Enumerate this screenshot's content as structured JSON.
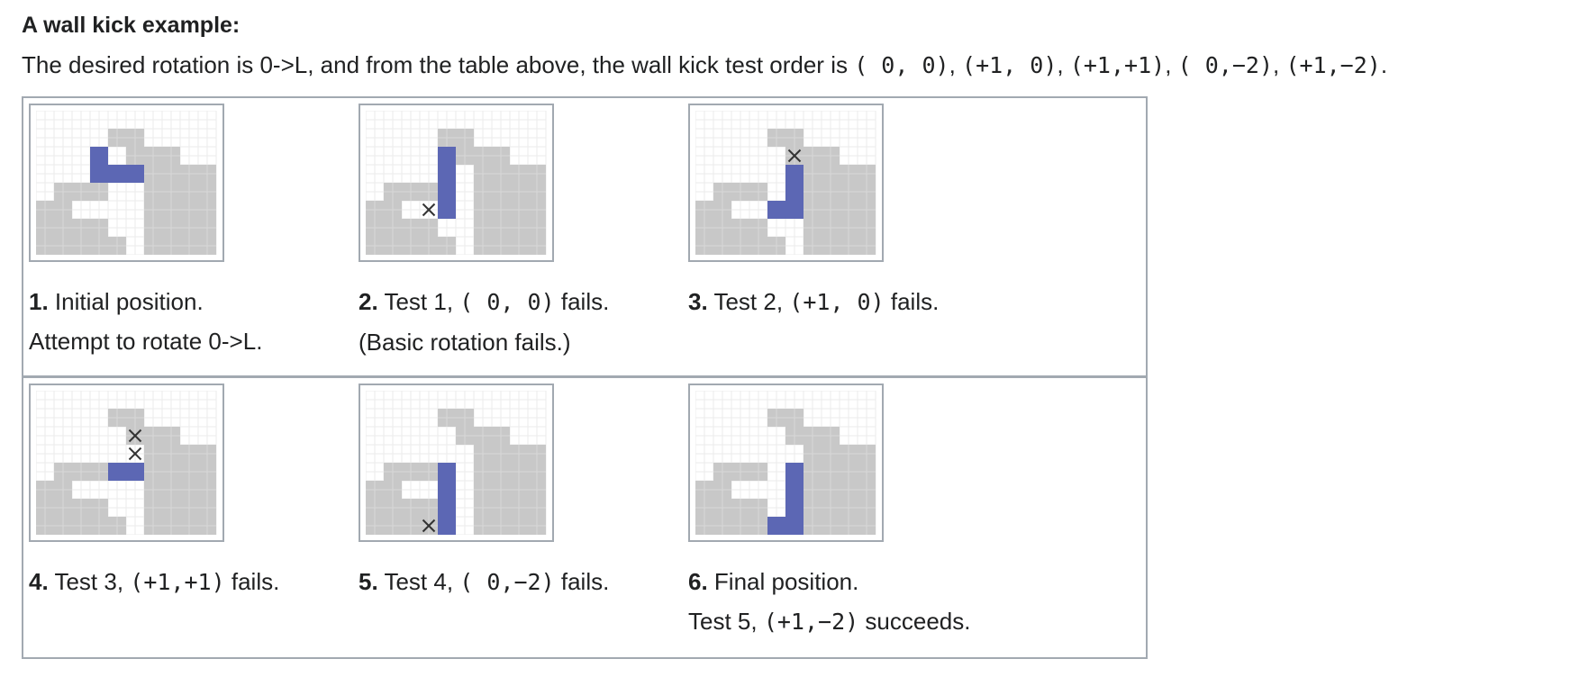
{
  "heading": "A wall kick example:",
  "intro": {
    "text_before": "The desired rotation is 0->L, and from the table above, the wall kick test order is ",
    "tests": [
      "( 0, 0)",
      "(+1, 0)",
      "(+1,+1)",
      "( 0,−2)",
      "(+1,−2)"
    ],
    "separator": ", ",
    "text_after": "."
  },
  "colors": {
    "block": "#c8c8c8",
    "grid": "#ebebeb",
    "piece": "#5c67b4",
    "cross": "#333333"
  },
  "board": {
    "cols": 10,
    "rows": 7,
    "filled": [
      [
        4,
        0
      ],
      [
        5,
        0
      ],
      [
        5,
        1
      ],
      [
        6,
        1
      ],
      [
        7,
        1
      ],
      [
        6,
        2
      ],
      [
        7,
        2
      ],
      [
        8,
        2
      ],
      [
        9,
        2
      ],
      [
        1,
        3
      ],
      [
        2,
        3
      ],
      [
        3,
        3
      ],
      [
        6,
        3
      ],
      [
        7,
        3
      ],
      [
        8,
        3
      ],
      [
        9,
        3
      ],
      [
        0,
        4
      ],
      [
        1,
        4
      ],
      [
        6,
        4
      ],
      [
        7,
        4
      ],
      [
        8,
        4
      ],
      [
        9,
        4
      ],
      [
        0,
        5
      ],
      [
        1,
        5
      ],
      [
        2,
        5
      ],
      [
        3,
        5
      ],
      [
        6,
        5
      ],
      [
        7,
        5
      ],
      [
        8,
        5
      ],
      [
        9,
        5
      ],
      [
        0,
        6
      ],
      [
        1,
        6
      ],
      [
        2,
        6
      ],
      [
        3,
        6
      ],
      [
        4,
        6
      ],
      [
        6,
        6
      ],
      [
        7,
        6
      ],
      [
        8,
        6
      ],
      [
        9,
        6
      ]
    ]
  },
  "panels": [
    {
      "num": "1.",
      "line1": "Initial position.",
      "line2": "Attempt to rotate 0->L.",
      "piece": [
        [
          3,
          1
        ],
        [
          3,
          2
        ],
        [
          4,
          2
        ],
        [
          5,
          2
        ]
      ],
      "crosses": []
    },
    {
      "num": "2.",
      "pre": "Test 1, ",
      "code": "( 0, 0)",
      "post": " fails.",
      "line2": "(Basic rotation fails.)",
      "piece": [
        [
          4,
          1
        ],
        [
          4,
          2
        ],
        [
          4,
          3
        ],
        [
          4,
          4
        ]
      ],
      "crosses": [
        [
          3,
          4
        ]
      ]
    },
    {
      "num": "3.",
      "pre": "Test 2, ",
      "code": "(+1, 0)",
      "post": " fails.",
      "line2": "",
      "piece": [
        [
          5,
          2
        ],
        [
          5,
          3
        ],
        [
          5,
          4
        ],
        [
          4,
          4
        ]
      ],
      "crosses": [
        [
          5,
          1
        ]
      ]
    },
    {
      "num": "4.",
      "pre": "Test 3, ",
      "code": "(+1,+1)",
      "post": " fails.",
      "line2": "",
      "piece": [
        [
          4,
          3
        ],
        [
          5,
          3
        ]
      ],
      "crosses": [
        [
          5,
          1
        ],
        [
          5,
          2
        ]
      ]
    },
    {
      "num": "5.",
      "pre": "Test 4, ",
      "code": "( 0,−2)",
      "post": " fails.",
      "line2": "",
      "piece": [
        [
          4,
          3
        ],
        [
          4,
          4
        ],
        [
          4,
          5
        ],
        [
          4,
          6
        ]
      ],
      "crosses": [
        [
          3,
          6
        ]
      ]
    },
    {
      "num": "6.",
      "pre": "",
      "code": "",
      "post": "",
      "line1": "Final position.",
      "line2_pre": "Test 5, ",
      "line2_code": "(+1,−2)",
      "line2_post": " succeeds.",
      "piece": [
        [
          5,
          3
        ],
        [
          5,
          4
        ],
        [
          5,
          5
        ],
        [
          5,
          6
        ],
        [
          4,
          6
        ]
      ],
      "crosses": []
    }
  ]
}
